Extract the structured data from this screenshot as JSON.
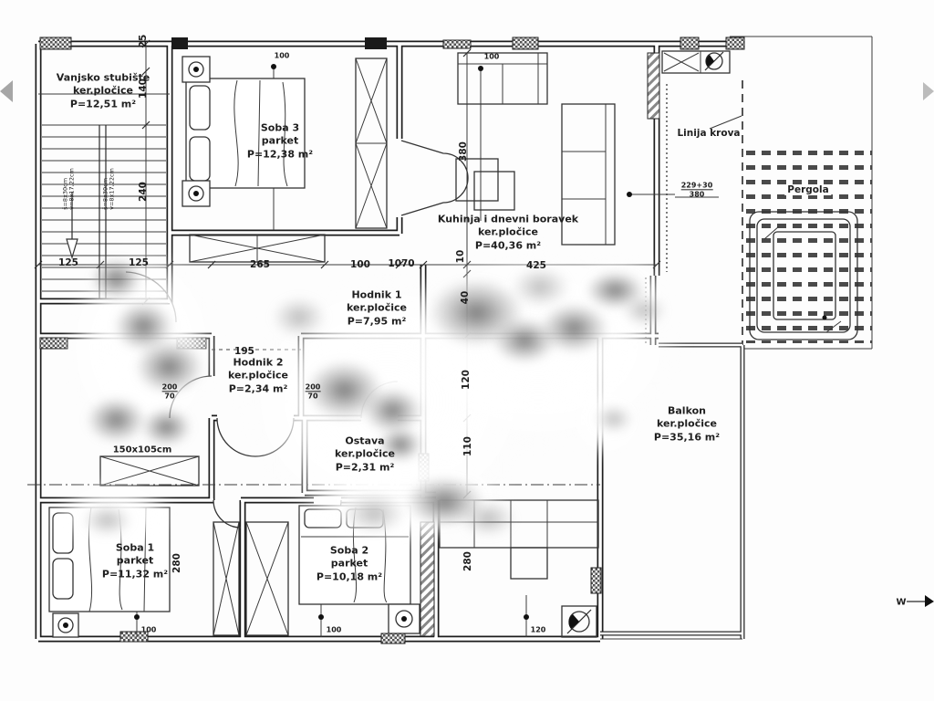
{
  "rooms": [
    {
      "name": "Vanjsko stubište",
      "floor": "ker.pločice",
      "area": "P=12,51 m²"
    },
    {
      "name": "Soba 3",
      "floor": "parket",
      "area": "P=12,38 m²"
    },
    {
      "name": "Kuhinja i dnevni boravek",
      "floor": "ker.pločice",
      "area": "P=40,36 m²"
    },
    {
      "name": "Hodnik 1",
      "floor": "ker.pločice",
      "area": "P=7,95 m²"
    },
    {
      "name": "Hodnik 2",
      "floor": "ker.pločice",
      "area": "P=2,34 m²"
    },
    {
      "name": "Ostava",
      "floor": "ker.pločice",
      "area": "P=2,31 m²"
    },
    {
      "name": "Balkon",
      "floor": "ker.pločice",
      "area": "P=35,16 m²"
    },
    {
      "name": "Soba 1",
      "floor": "parket",
      "area": "P=11,32 m²"
    },
    {
      "name": "Soba 2",
      "floor": "parket",
      "area": "P=10,18 m²"
    }
  ],
  "annotations": {
    "linija_krova": "Linija krova",
    "pergola": "Pergola",
    "window_size": "150x105cm",
    "lintel_top": "229+30",
    "lintel_bottom": "380",
    "compass_west": "W",
    "stair_tread": "š=8x30cm",
    "stair_riser": "v=8x17,22cm",
    "door_w": "200",
    "door_h": "70"
  },
  "dimensions": {
    "d25": "25",
    "d140": "140",
    "d240": "240",
    "d125a": "125",
    "d125b": "125",
    "d265": "265",
    "d100": "100",
    "d1070": "1070",
    "d425": "425",
    "d10": "10",
    "d380": "380",
    "d40": "40",
    "d120": "120",
    "d110": "110",
    "d195": "195",
    "d280_soba1": "280",
    "d280_soba2": "280",
    "w100_soba3": "100",
    "w100_sofa": "100",
    "w100_soba1": "100",
    "w100_soba2": "100",
    "w120_terrace": "120"
  }
}
